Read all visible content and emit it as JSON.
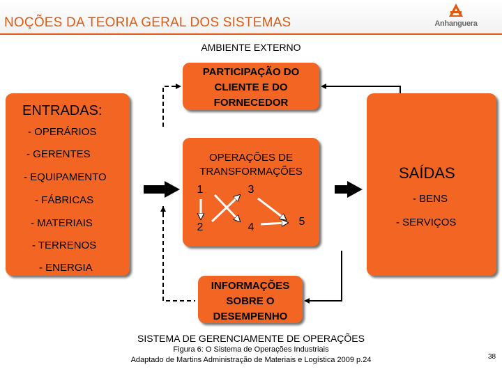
{
  "title": "NOÇÕES DA TEORIA GERAL DOS SISTEMAS",
  "logo": {
    "name": "Anhanguera",
    "icon": "anhanguera-logo-icon",
    "color": "#e05a10"
  },
  "ambiente_externo": "AMBIENTE EXTERNO",
  "participacao": [
    "PARTICIPAÇÃO DO",
    "CLIENTE E DO",
    "FORNECEDOR"
  ],
  "entradas": {
    "heading": "ENTRADAS:",
    "items": [
      "- OPERÁRIOS",
      "- GERENTES",
      "- EQUIPAMENTO",
      "- FÁBRICAS",
      "- MATERIAIS",
      "- TERRENOS",
      "- ENERGIA"
    ]
  },
  "operacoes": {
    "heading": [
      "OPERAÇÕES DE",
      "TRANSFORMAÇÕES"
    ],
    "nodes": [
      "1",
      "2",
      "3",
      "4",
      "5"
    ]
  },
  "saidas": {
    "heading": "SAÍDAS",
    "items": [
      "- BENS",
      "- SERVIÇOS"
    ]
  },
  "informacoes": [
    "INFORMAÇÕES",
    "SOBRE O",
    "DESEMPENHO"
  ],
  "sistema_label": "SISTEMA DE GERENCIAMENTE DE OPERAÇÕES",
  "figure_caption": "Figura 6: O Sistema de Operações Industriais",
  "source_caption": "Adaptado de Martins Administração de Materiais e Logística 2009 p.24",
  "page_number": "38",
  "colors": {
    "box": "#f26522",
    "title": "#e05a10"
  }
}
